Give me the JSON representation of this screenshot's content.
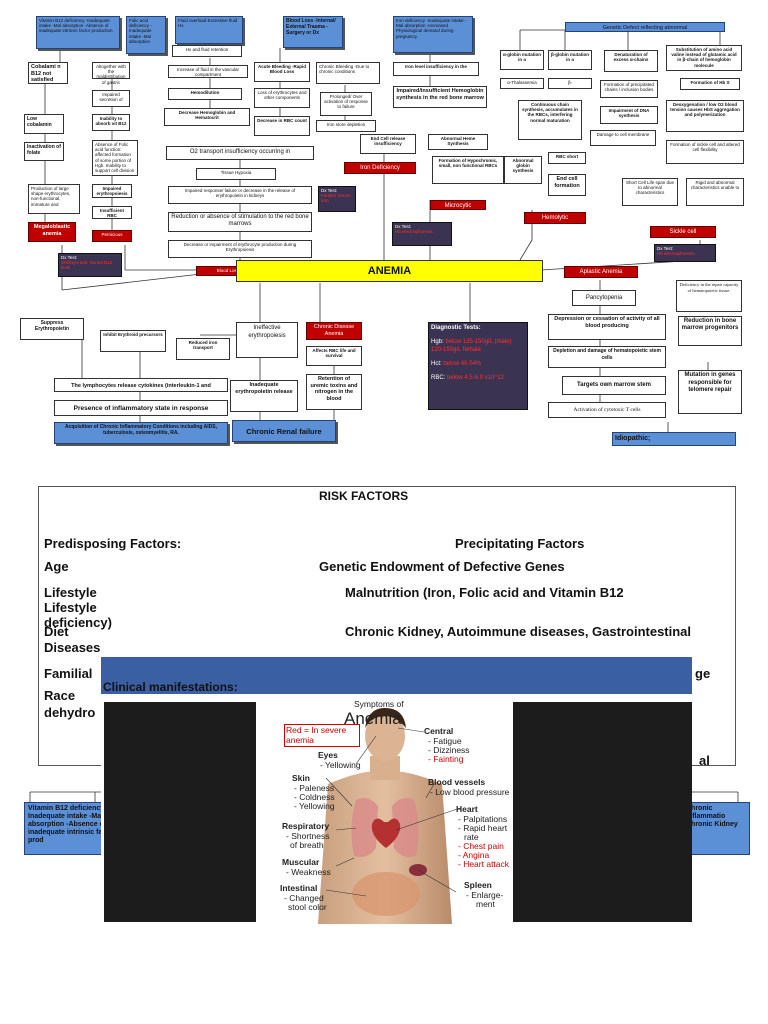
{
  "diagram": {
    "center": "ANEMIA",
    "left_branch": {
      "vitb12_causes": "Vitamin B12 deficiency -Inadequate intake -Mal absorption -Absence of inadequate intrinsic factor production",
      "folic_causes": "Folic acid deficiency -Inadequate intake -Mal absorption",
      "cobalamin": "Cobalami n B12 not satisfied",
      "low_cobalamin": "Low cobalamin",
      "inactivation_folate": "Inactivation of folate",
      "absorption_intake": "Altogether with the maldistribution of gastric",
      "impaired_secretion": "Impaired secretion of",
      "inability_absorb": "Inability to absorb vit B12",
      "absence_folic": "Absence of Folic acid function: affected formation of some portion of Hgb. Inability to support cell division",
      "production_large": "Production of large shape erythrocytes, non-functional, immature and",
      "impaired_erythro": "Impaired erythropoiesis",
      "insufficient_rbc": "Insufficient RBC",
      "megaloblastic": "Megaloblastic anemia",
      "pernicious": "Pernicious",
      "dx_test_left": "Dx Test:",
      "dx_test_left_val": "Shilling's test, Serum B12 level"
    },
    "blood_loss_branch": {
      "fluid_overload": "Fluid overload Excessive fluid Hx",
      "hx_fluid": "Hx and fluid retention",
      "increase_fluid": "Increase of fluid in the vascular compartment",
      "hemodilution": "Hemodilution",
      "decrease_hgb": "Decrease Hemoglobin and Hematocrit",
      "blood_loss": "Blood Loss -Internal/ External Trauma -Surgery or Dx",
      "acute_bleeding": "Acute Bleeding -Rapid Blood Loss",
      "loss_erythro": "Loss of erythrocytes and other components",
      "decrease_rbc": "Decrease in RBC count",
      "chronic_bleeding": "Chronic Bleeding -Due to chronic conditions",
      "prolonged": "Prolonged/ Over activation of response to failure",
      "iron_store": "Iron store depletion",
      "o2_transport": "O2 transport insufficiency occurring in",
      "tissue_hypoxia": "Tissue Hypoxia",
      "impaired_response": "Impaired response/ failure or decrease in the release of erythropoietin in kidneys",
      "reduction_stim": "Reduction or absence of stimulation to the red bone marrows",
      "decrease_impair": "Decrease or impairment of erythrocyte production during Erythropoiesis",
      "blood_loss_anemia": "Blood Loss Anemia"
    },
    "iron_branch": {
      "iron_def": "Iron deficiency -Inadequate intake -Mal absorption -Increased Physiological demand during pregnancy",
      "iron_level": "Iron level insufficiency in the",
      "impaired_hgb": "Impaired/insufficient Hemoglobin synthesis in the red bone marrow",
      "end_cell": "End Cell release insufficiency",
      "abnormal_heme": "Abnormal Heme Synthesis",
      "formation_hypo": "Formation of Hypochromic, small, non functional RBCs",
      "iron_deficiency": "Iron Deficiency",
      "microcytic": "Microcytic",
      "dx_test_mid": "Dx Test:",
      "dx_test_mid_val": "Ferritin/ Serum iron",
      "dx_test_mid2": "Dx Test:",
      "dx_test_mid2_val": "Hb electrophoresis"
    },
    "genetic_branch": {
      "genetic_defect": "Genetic Defect reflecting abnormal",
      "alpha_mutation": "α-globin mutation in a",
      "beta_mutation": "β-globin mutation in a",
      "denaturation": "Denaturation of excess α-chains",
      "substitution": "Substitution of amino acid valine instead of glutamic acid in β-chain of hemoglobin molecule",
      "thalassemia": "α-Thalassemia",
      "beta": "β-",
      "formation_hbs": "Formation of Hb S",
      "formation_inclusion": "Formation of precipitated chains / inclusion bodies",
      "continuous_chain": "Continuous chain synthesis, accumulates in the RBCs, interfering normal maturation",
      "impairment_dna": "Impairment of DNA synthesis",
      "deoxygenation": "Deoxygenation / low O2 blood tension causes HbS aggregation and polymerization",
      "damage_cell": "Damage to cell membrane",
      "abnormal_globin": "Abnormal globin synthesis",
      "rbc_short": "RBC short",
      "end_cell_formation": "End cell formation",
      "formation_sickle": "Formation of sickle cell and altered cell flexibility",
      "short_cell_life": "Short Cell Life span due to abnormal characteristics",
      "rigid_abnormal": "Rigid and abnormal characteristics unable to",
      "hemolytic": "Hemolytic",
      "sickle_cell": "Sickle cell",
      "dx_test_right": "Dx Test:",
      "dx_test_right_val": "Hb electrophoresis"
    },
    "aplastic_branch": {
      "aplastic": "Aplastic Anemia",
      "pancytopenia": "Pancytopenia",
      "depression": "Depression or cessation of activity of all blood producing",
      "depletion": "Depletion and damage of hematopoietic stem cells",
      "targets": "Targets own marrow stem",
      "activation": "Activation of cytotoxic T cells",
      "idiopathic": "Idiopathic;",
      "deficiency_repair": "Deficiency in the repair capacity of hematopoietic tissue.",
      "reduction_marrow": "Reduction in bone marrow progenitors",
      "mutation_genes": "Mutation in genes responsible for telomere repair"
    },
    "chronic_branch": {
      "suppress": "Suppress Erythropoietin",
      "inhibit": "Inhibit Erythroid precursors",
      "reduced_iron": "Reduced iron transport",
      "ineffective": "Ineffective erythropoiesis",
      "chronic_disease_anemia": "Chronic Disease Anemia",
      "affects_rbc": "Affects RBC life and survival",
      "retention": "Retention of uremic toxins and nitrogen in the blood",
      "lymphocytes": "The lymphocytes release cytokines (interleukin-1 and",
      "presence_inflam": "Presence of inflammatory state in response",
      "inadequate_epo": "Inadequate erythropoietin release",
      "acquisition": "Acquisition of Chronic Inflammatory Conditions including AIDS, tuberculosis, osteomyelitis, RA.",
      "chronic_renal": "Chronic Renal failure"
    },
    "diagnostic": {
      "title": "Diagnostic Tests:",
      "hgb": "Hgb:",
      "hgb_val": "below 135-150g/L (male) 120-150g/L female",
      "hct": "Hct:",
      "hct_val": "below 40-54%",
      "rbc": "RBC:",
      "rbc_val": "below 4.5-6.0 x10^12"
    }
  },
  "risk_factors": {
    "title": "RISK FACTORS",
    "predisposing_label": "Predisposing Factors:",
    "precipitating_label": "Precipitating Factors",
    "predisposing": [
      "Age",
      "Lifestyle deficiency)",
      "Diet",
      "Diseases",
      "Familial",
      "Race",
      "dehydro"
    ],
    "precipitating": [
      "Genetic Endowment of Defective Genes",
      "Malnutrition (Iron, Folic acid and Vitamin B12",
      "Chronic Kidney, Autoimmune diseases, Gastrointestinal"
    ],
    "trailing_right_1": "ge",
    "trailing_right_2": "al"
  },
  "bottom_boxes": {
    "vitb12": "Vitamin B12 deficiency -Inadequate intake -Mal absorption -Absence of inadequate intrinsic factor prod",
    "chronic": "Chronic inflammatio Chronic Kidney"
  },
  "clinical": {
    "title": "Clinical manifestations:",
    "poster": {
      "heading_small": "Symptoms of",
      "heading_big": "Anemia",
      "legend": "Red = In severe anemia",
      "central": "Central",
      "central_items": [
        "- Fatigue",
        "- Dizziness",
        "- Fainting"
      ],
      "eyes": "Eyes",
      "eyes_items": [
        "- Yellowing"
      ],
      "skin": "Skin",
      "skin_items": [
        "- Paleness",
        "- Coldness",
        "- Yellowing"
      ],
      "blood_vessels": "Blood vessels",
      "blood_vessels_items": [
        "- Low blood pressure"
      ],
      "heart": "Heart",
      "heart_items": [
        "- Palpitations",
        "- Rapid heart",
        "rate",
        "- Chest pain",
        "- Angina",
        "- Heart attack"
      ],
      "respiratory": "Respiratory",
      "respiratory_items": [
        "- Shortness",
        "of breath"
      ],
      "muscular": "Muscular",
      "muscular_items": [
        "- Weakness"
      ],
      "spleen": "Spleen",
      "spleen_items": [
        "- Enlarge-",
        "ment"
      ],
      "intestinal": "Intestinal",
      "intestinal_items": [
        "- Changed",
        "stool color"
      ]
    }
  },
  "colors": {
    "anemia_bg": "#ffff00",
    "blue_box": "#5b8fd6",
    "red_box": "#c00000",
    "dark_box": "#3b3352",
    "clinical_header": "#3a5fa3"
  }
}
